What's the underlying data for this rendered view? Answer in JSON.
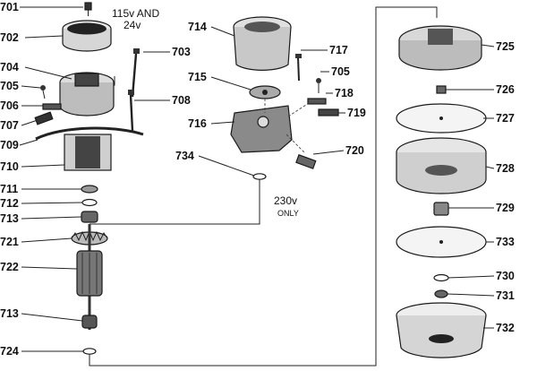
{
  "diagram": {
    "notes": {
      "voltage_top": "115v AND",
      "voltage_top2": "24v",
      "voltage_mid": "230v",
      "voltage_mid2": "ONLY"
    },
    "labels": {
      "p701": "701",
      "p702": "702",
      "p703": "703",
      "p704": "704",
      "p705a": "705",
      "p706": "706",
      "p707": "707",
      "p708": "708",
      "p709": "709",
      "p710": "710",
      "p711": "711",
      "p712": "712",
      "p713a": "713",
      "p721": "721",
      "p722": "722",
      "p713b": "713",
      "p724": "724",
      "p714": "714",
      "p715": "715",
      "p716": "716",
      "p717": "717",
      "p705b": "705",
      "p718": "718",
      "p719": "719",
      "p720": "720",
      "p734": "734",
      "p725": "725",
      "p726": "726",
      "p727": "727",
      "p728": "728",
      "p729": "729",
      "p733": "733",
      "p730": "730",
      "p731": "731",
      "p732": "732"
    }
  }
}
